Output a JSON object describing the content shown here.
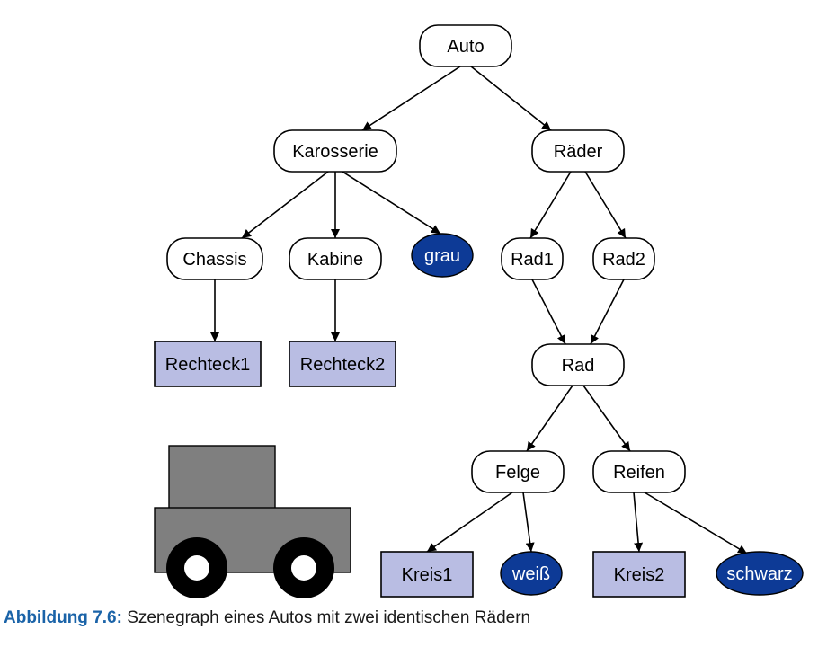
{
  "diagram": {
    "nodes": {
      "auto": "Auto",
      "karosserie": "Karosserie",
      "raeder": "Räder",
      "chassis": "Chassis",
      "kabine": "Kabine",
      "grau": "grau",
      "rad1": "Rad1",
      "rad2": "Rad2",
      "rechteck1": "Rechteck1",
      "rechteck2": "Rechteck2",
      "rad": "Rad",
      "felge": "Felge",
      "reifen": "Reifen",
      "kreis1": "Kreis1",
      "weiss": "weiß",
      "kreis2": "Kreis2",
      "schwarz": "schwarz"
    },
    "edges": [
      [
        "auto",
        "karosserie"
      ],
      [
        "auto",
        "raeder"
      ],
      [
        "karosserie",
        "chassis"
      ],
      [
        "karosserie",
        "kabine"
      ],
      [
        "karosserie",
        "grau"
      ],
      [
        "raeder",
        "rad1"
      ],
      [
        "raeder",
        "rad2"
      ],
      [
        "chassis",
        "rechteck1"
      ],
      [
        "kabine",
        "rechteck2"
      ],
      [
        "rad1",
        "rad"
      ],
      [
        "rad2",
        "rad"
      ],
      [
        "rad",
        "felge"
      ],
      [
        "rad",
        "reifen"
      ],
      [
        "felge",
        "kreis1"
      ],
      [
        "felge",
        "weiss"
      ],
      [
        "reifen",
        "kreis2"
      ],
      [
        "reifen",
        "schwarz"
      ]
    ]
  },
  "colors": {
    "color_node_fill": "#0d3a96",
    "shape_node_fill": "#b9bde3",
    "car_body": "#7f7f7f",
    "wheel": "#000000"
  },
  "caption": {
    "label": "Abbildung 7.6:",
    "text": " Szenegraph eines Autos mit zwei identischen Rädern"
  }
}
